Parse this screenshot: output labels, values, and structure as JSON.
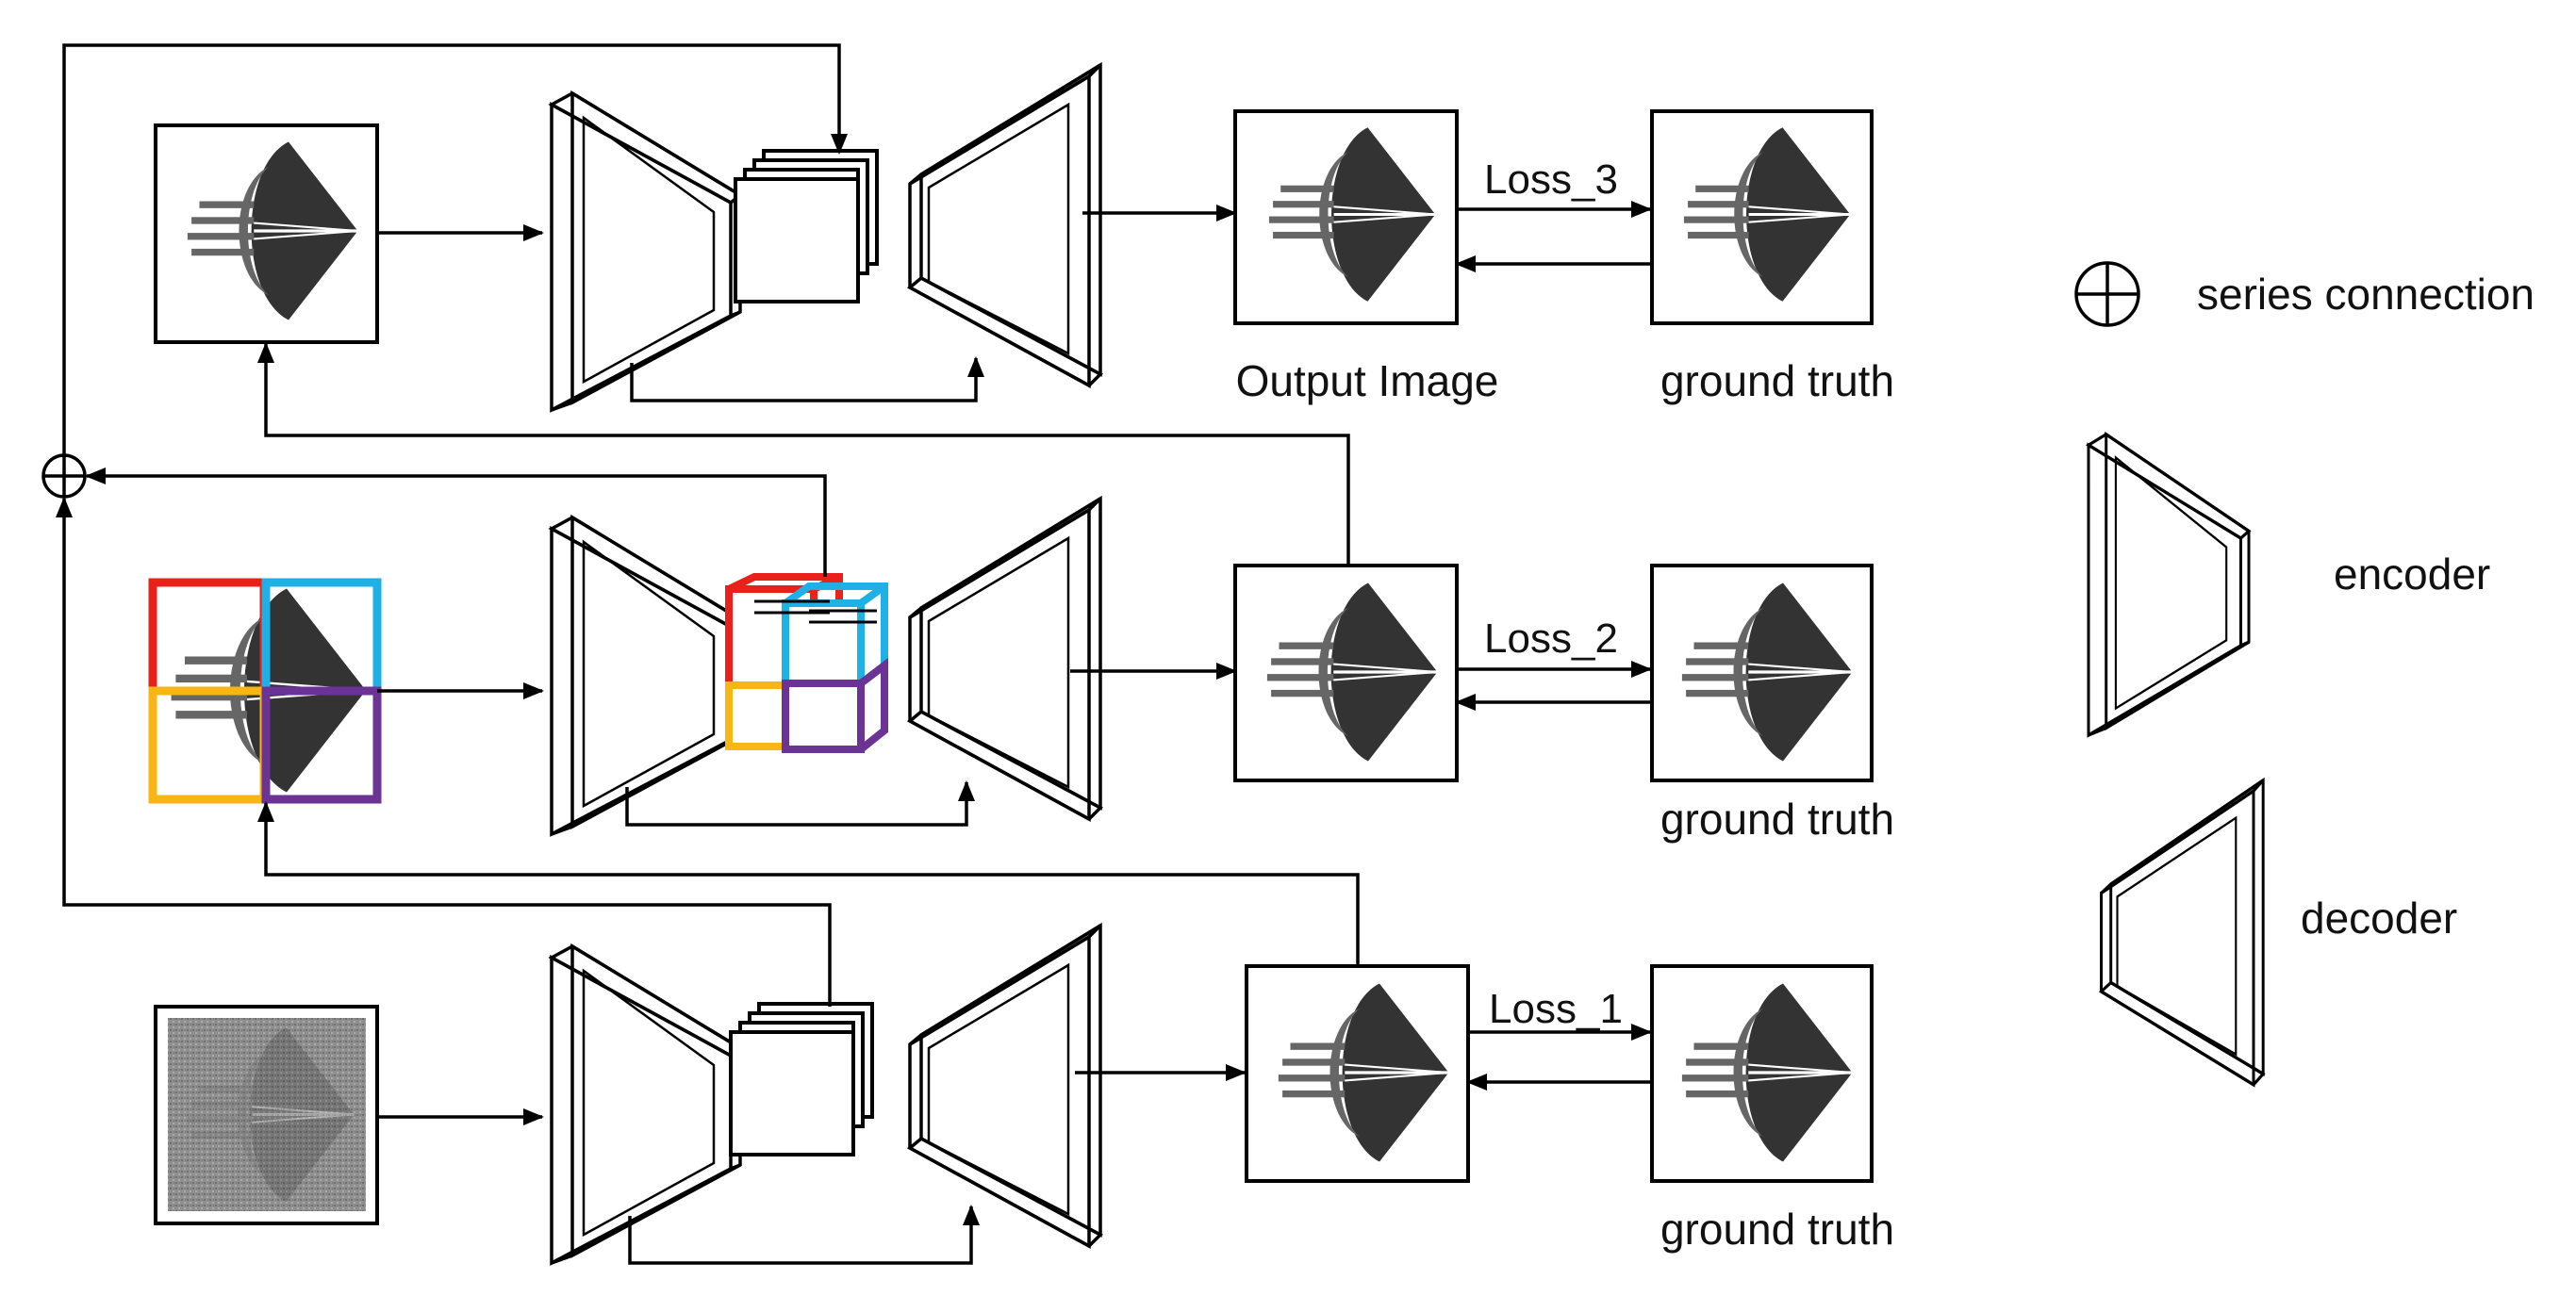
{
  "labels": {
    "output_image": "Output Image",
    "ground_truth_top": "ground truth",
    "ground_truth_mid": "ground truth",
    "ground_truth_bot": "ground truth",
    "loss_3": "Loss_3",
    "loss_2": "Loss_2",
    "loss_1": "Loss_1"
  },
  "legend": {
    "series_connection": "series connection",
    "encoder": "encoder",
    "decoder": "decoder"
  },
  "colors": {
    "patch_top_left": "#e8221b",
    "patch_top_right": "#1fb0e6",
    "patch_bottom_left": "#f7b615",
    "patch_bottom_right": "#6b3394",
    "logo_dark": "#333333",
    "noise_gray": "#8a8a8a"
  },
  "icons": {
    "sample_image": "diamond-arc-logo-icon",
    "noisy_input": "noisy-diamond-logo-icon",
    "legend_circle": "circle-plus-icon"
  }
}
